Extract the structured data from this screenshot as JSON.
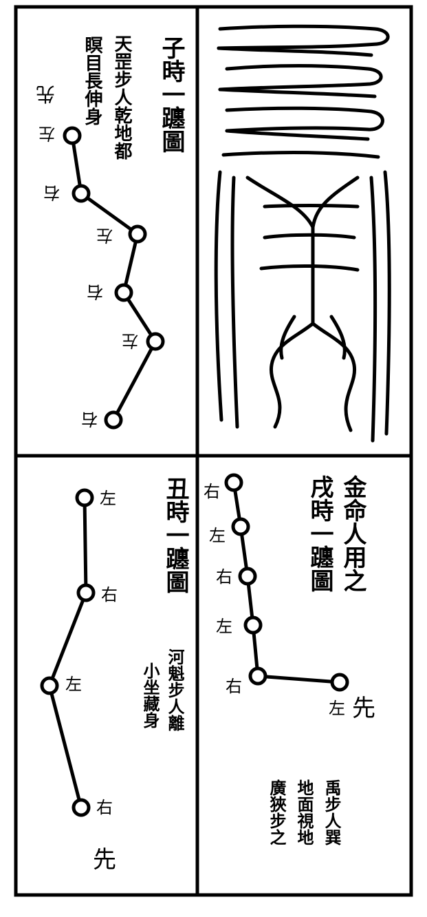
{
  "panels": {
    "zi": {
      "title": "子時一躔圖",
      "note": [
        "天罡步人乾地都",
        "瞑目長伸身"
      ],
      "start": "先",
      "steps": [
        "左",
        "右",
        "左",
        "右",
        "左",
        "右"
      ]
    },
    "seal": {
      "glyph": "seal-script-character"
    },
    "chou": {
      "title": "丑時一躔圖",
      "note": [
        "河魁步人離",
        "小坐藏身"
      ],
      "steps": [
        "左",
        "右",
        "左",
        "右"
      ],
      "start": "先"
    },
    "xu": {
      "title": [
        "金命人用之",
        "戌時一躔圖"
      ],
      "steps": [
        "右",
        "左",
        "右",
        "左",
        "右",
        "左"
      ],
      "start": "先",
      "note": [
        "禹步人巽",
        "地面視地",
        "廣狹步之"
      ]
    }
  }
}
